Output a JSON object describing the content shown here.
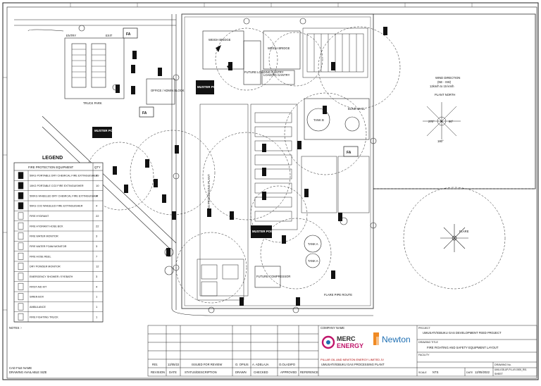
{
  "legend": {
    "title": "LEGEND",
    "header_item": "FIRE PROTECTION EQUIPMENT",
    "header_qty": "QTY",
    "rows": [
      {
        "label": "50KG PORTABLE DRY CHEMICAL FIRE EXTINGUISHER",
        "qty": "29"
      },
      {
        "label": "10KG PORTABLE CO2 FIRE EXTINGUISHER",
        "qty": "10"
      },
      {
        "label": "500KG WHEELED DRY CHEMICAL FIRE EXTINGUISHER",
        "qty": "4"
      },
      {
        "label": "50KG CO2 WHEELED FIRE EXTINGUISHER",
        "qty": "4"
      },
      {
        "label": "FIRE HYDRANT",
        "qty": "22"
      },
      {
        "label": "FIRE HYDRANT HOSE BOX",
        "qty": "22"
      },
      {
        "label": "FIRE WATER MONITOR",
        "qty": "3"
      },
      {
        "label": "FIRE WATER FOAM MONITOR",
        "qty": "3"
      },
      {
        "label": "FIRE HOSE REEL",
        "qty": "7"
      },
      {
        "label": "DRY POWDER MONITOR",
        "qty": "12"
      },
      {
        "label": "EMERGENCY SHOWER / EYEBATH",
        "qty": "3"
      },
      {
        "label": "FIRST AID KIT",
        "qty": "4"
      },
      {
        "label": "SIREN BOX",
        "qty": "1"
      },
      {
        "label": "AMBULANCE",
        "qty": "1"
      },
      {
        "label": "FIRE FIGHTING TRUCK",
        "qty": "1"
      }
    ]
  },
  "plan_labels": {
    "truck_park": "TRUCK PARK",
    "entry": "ENTRY",
    "exit": "EXIT",
    "office": "OFFICE / ADMIN BLOCK",
    "weigh_bridge_1": "WEIGH BRIDGE",
    "weigh_bridge_2": "WEIGH BRIDGE",
    "future_loading": "FUTURE LOADING GANTRY",
    "loading_gantry": "LOADING GANTRY",
    "bund_area": "BUND WALL",
    "tank_b": "TANK B",
    "tank_a": "TANK A",
    "tank_a2": "TANK A",
    "future_compressor": "FUTURE COMPRESSOR",
    "flare_route": "FLARE PIPE ROUTE",
    "process_area": "GAS PROCESSING PLANT",
    "muster_point": "MUSTER POINT",
    "fa": "FA",
    "wind_title": "WIND DIRECTION",
    "wind_sub": "(NE - SW)",
    "wind_speed": "12km/h to 15 km/h",
    "plant_north": "PLANT NORTH",
    "deg_270": "270°",
    "deg_90": "90°",
    "deg_180": "180°",
    "flare": "FLARE"
  },
  "notes": {
    "label": "NOTES :-"
  },
  "file_info": {
    "line1": "CAD FILE NAME",
    "line2": "DRAWING AVAILABLE SIZE"
  },
  "revision": {
    "rev": "R01",
    "date": "12/05/22",
    "status": "ISSUED FOR REVIEW",
    "drawn": "O. OPIUS",
    "checked": "A. ADELAJA",
    "approved": "O.OLADIPO",
    "col_rev": "REVISION",
    "col_date": "DATE",
    "col_status": "STATUS/DESCRIPTION",
    "col_drawn": "DRAWN",
    "col_checked": "CHECKED",
    "col_approved": "APPROVED",
    "col_ref": "REFERENCE"
  },
  "company": {
    "label": "COMPANY NAME",
    "merc": "MERC",
    "energy": "ENERGY",
    "newton": "Newton",
    "newton_sub": "PILLAR OIL AND NEWTON ENERGY LIMITED JV",
    "pillar": "PILLAR OIL AND NEWTON ENERGY LIMITED JV"
  },
  "project": {
    "label": "PROJECT",
    "name": "UMUSATI/IGBUKU GAS DEVELOPMENT FEED PROJECT",
    "drawing_label": "DRAWING TITLE",
    "drawing_title": "FIRE FIGHTING AND SAFETY EQUIPMENT LAYOUT",
    "facility_label": "FACILITY",
    "facility": "UMUSATI/IGBUKU GAS PROCESSING PLANT",
    "drawing_no_label": "DRAWING No.",
    "drawing_no": "UMU-IGB-UP-PI-LAY-0005_R01",
    "scale_label": "SCALE",
    "scale": "NTS",
    "date_label": "DATE",
    "date": "12/05/2022",
    "sheet_label": "SHEET"
  },
  "colors": {
    "line": "#1a1a1a",
    "muster": "#111111"
  }
}
